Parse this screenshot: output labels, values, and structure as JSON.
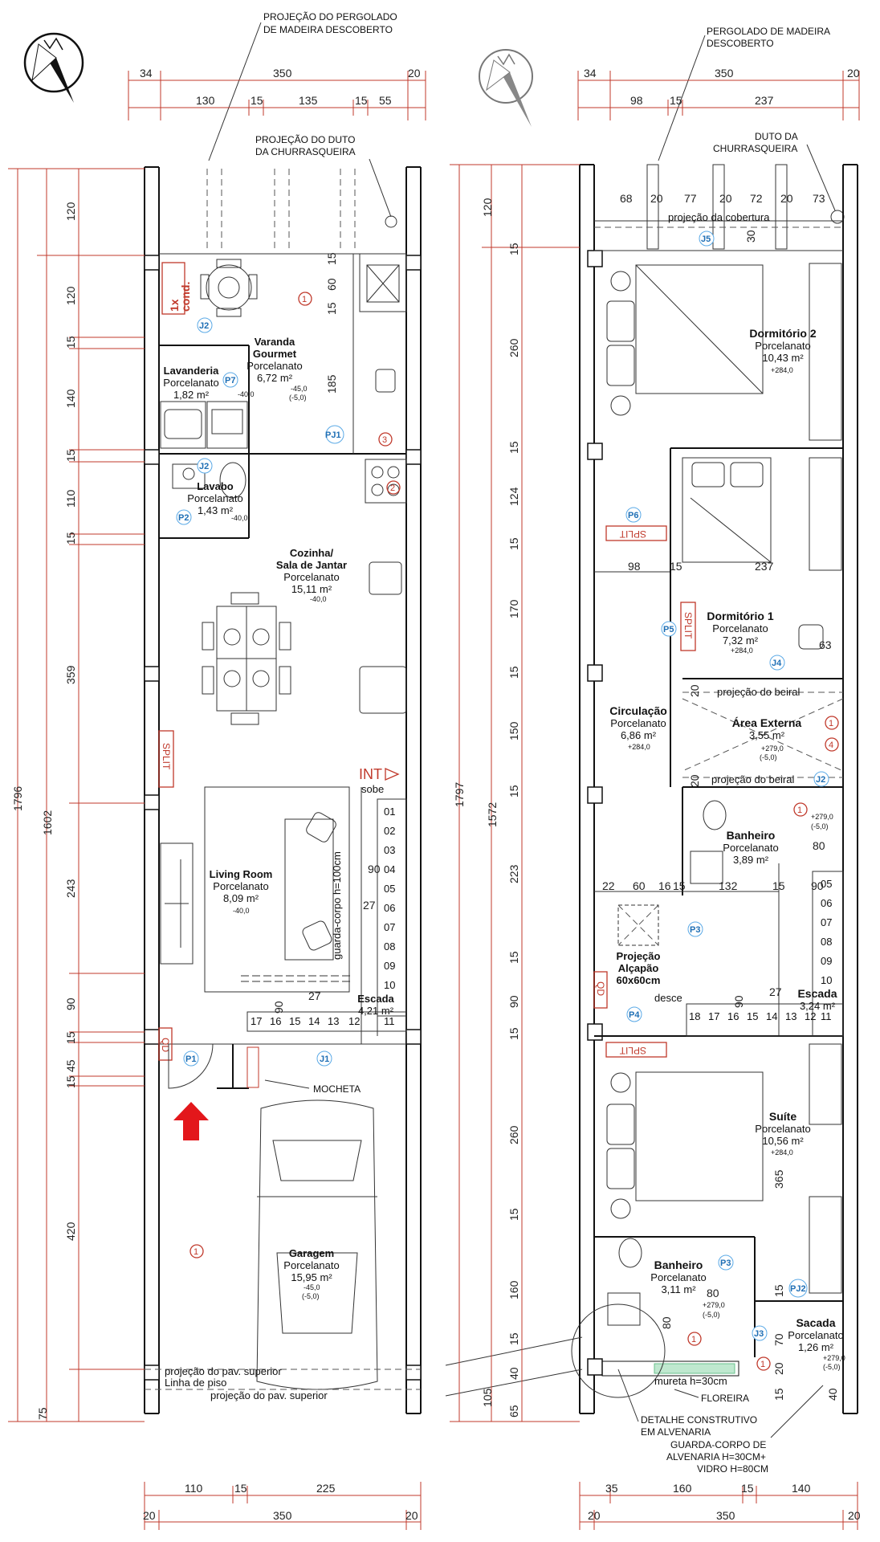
{
  "left": {
    "top_note": "PROJEÇÃO DO PERGOLADO\nDE MADEIRA DESCOBERTO",
    "duto_note": "PROJEÇÃO DO DUTO\nDA CHURRASQUEIRA",
    "top_dims": [
      "34",
      "350",
      "20"
    ],
    "top_sub_dims": [
      "130",
      "15",
      "135",
      "15",
      "55"
    ],
    "left_dims": [
      "120",
      "120",
      "15",
      "140",
      "15",
      "110",
      "15",
      "359",
      "243",
      "90",
      "15",
      "45",
      "15",
      "420",
      "75"
    ],
    "total_dims": [
      "1796",
      "1602"
    ],
    "inner_dims": [
      "15",
      "60",
      "15",
      "185"
    ],
    "bottom_dims_1": [
      "110",
      "15",
      "225"
    ],
    "bottom_dims_2": [
      "20",
      "350",
      "20"
    ],
    "rooms": [
      {
        "name": "Varanda\nGourmet",
        "finish": "Porcelanato",
        "area": "6,72 m²",
        "level": "-45,0",
        "level2": "(-5,0)"
      },
      {
        "name": "Lavanderia",
        "finish": "Porcelanato",
        "area": "1,82 m²",
        "level": "-40,0"
      },
      {
        "name": "Lavabo",
        "finish": "Porcelanato",
        "area": "1,43 m²",
        "level": "-40,0"
      },
      {
        "name": "Cozinha/\nSala de Jantar",
        "finish": "Porcelanato",
        "area": "15,11 m²",
        "level": "-40,0"
      },
      {
        "name": "Living Room",
        "finish": "Porcelanato",
        "area": "8,09 m²",
        "level": "-40,0"
      },
      {
        "name": "Escada",
        "area": "4,21 m²"
      },
      {
        "name": "Garagem",
        "finish": "Porcelanato",
        "area": "15,95 m²",
        "level": "-45,0",
        "level2": "(-5,0)"
      }
    ],
    "tags": [
      "J2",
      "P7",
      "PJ1",
      "J2",
      "P2",
      "P1",
      "J1"
    ],
    "cond": "1x\ncond.",
    "split": "SPLIT",
    "qd": "QD",
    "int": "INT",
    "sobe": "sobe",
    "stairs_right": [
      "01",
      "02",
      "03",
      "04",
      "05",
      "06",
      "07",
      "08",
      "09",
      "10",
      "11"
    ],
    "stairs_bottom": [
      "17",
      "16",
      "15",
      "14",
      "13",
      "12"
    ],
    "stair_dims": [
      "90",
      "27",
      "90",
      "27"
    ],
    "guarda": "guarda-corpo h=100cm",
    "mocheta": "MOCHETA",
    "proj_sup": "projeção do pav. superior",
    "linha_piso": "Linha de piso",
    "circles": [
      "1",
      "3",
      "2",
      "1"
    ]
  },
  "right": {
    "top_note": "PERGOLADO DE MADEIRA\nDESCOBERTO",
    "duto_note": "DUTO DA\nCHURRASQUEIRA",
    "top_dims": [
      "34",
      "350",
      "20"
    ],
    "top_sub_dims": [
      "98",
      "15",
      "237"
    ],
    "pergola_dims": [
      "68",
      "20",
      "77",
      "20",
      "72",
      "20",
      "73"
    ],
    "proj_cobertura": "projeção da cobertura",
    "dim30": "30",
    "left_dims": [
      "120",
      "15",
      "260",
      "15",
      "124",
      "15",
      "170",
      "15",
      "150",
      "15",
      "223",
      "15",
      "90",
      "15",
      "260",
      "15",
      "160",
      "15",
      "40",
      "105",
      "65"
    ],
    "total_dims": [
      "1797",
      "1572"
    ],
    "inner_dims": [
      "98",
      "15",
      "237",
      "63",
      "20",
      "20",
      "80",
      "22",
      "60",
      "16",
      "15",
      "132",
      "15",
      "90",
      "365",
      "80",
      "80",
      "15",
      "70",
      "20",
      "15",
      "40"
    ],
    "bottom_dims_1": [
      "35",
      "160",
      "15",
      "140"
    ],
    "bottom_dims_2": [
      "20",
      "350",
      "20"
    ],
    "rooms": [
      {
        "name": "Dormitório 2",
        "finish": "Porcelanato",
        "area": "10,43 m²",
        "level": "+284,0"
      },
      {
        "name": "Dormitório 1",
        "finish": "Porcelanato",
        "area": "7,32 m²",
        "level": "+284,0"
      },
      {
        "name": "Circulação",
        "finish": "Porcelanato",
        "area": "6,86 m²",
        "level": "+284,0"
      },
      {
        "name": "Área Externa",
        "area": "3,55 m²",
        "level": "+279,0",
        "level2": "(-5,0)"
      },
      {
        "name": "Banheiro",
        "finish": "Porcelanato",
        "area": "3,89 m²",
        "level": "+279,0",
        "level2": "(-5,0)"
      },
      {
        "name": "Projeção\nAlçapão\n60x60cm"
      },
      {
        "name": "Escada",
        "area": "3,24 m²"
      },
      {
        "name": "Suíte",
        "finish": "Porcelanato",
        "area": "10,56 m²",
        "level": "+284,0"
      },
      {
        "name": "Banheiro",
        "finish": "Porcelanato",
        "area": "3,11 m²",
        "level": "+279,0",
        "level2": "(-5,0)"
      },
      {
        "name": "Sacada",
        "finish": "Porcelanato",
        "area": "1,26 m²",
        "level": "+279,0",
        "level2": "(-5,0)"
      }
    ],
    "tags": [
      "J5",
      "P6",
      "P5",
      "J4",
      "J2",
      "P3",
      "P4",
      "P3",
      "PJ2",
      "J3"
    ],
    "proj_beiral": "projeção do beiral",
    "desce": "desce",
    "stairs_right": [
      "05",
      "06",
      "07",
      "08",
      "09",
      "10",
      "11"
    ],
    "stairs_bottom": [
      "18",
      "17",
      "16",
      "15",
      "14",
      "13",
      "12"
    ],
    "stair_dims": [
      "90",
      "27"
    ],
    "mureta": "mureta h=30cm",
    "floreira": "FLOREIRA",
    "detalhe": "DETALHE CONSTRUTIVO\nEM ALVENARIA",
    "guarda": "GUARDA-CORPO DE\nALVENARIA H=30CM+\nVIDRO H=80CM",
    "split": "SPLIT",
    "qd": "QD",
    "circles": [
      "1",
      "4",
      "1",
      "1",
      "1"
    ]
  }
}
